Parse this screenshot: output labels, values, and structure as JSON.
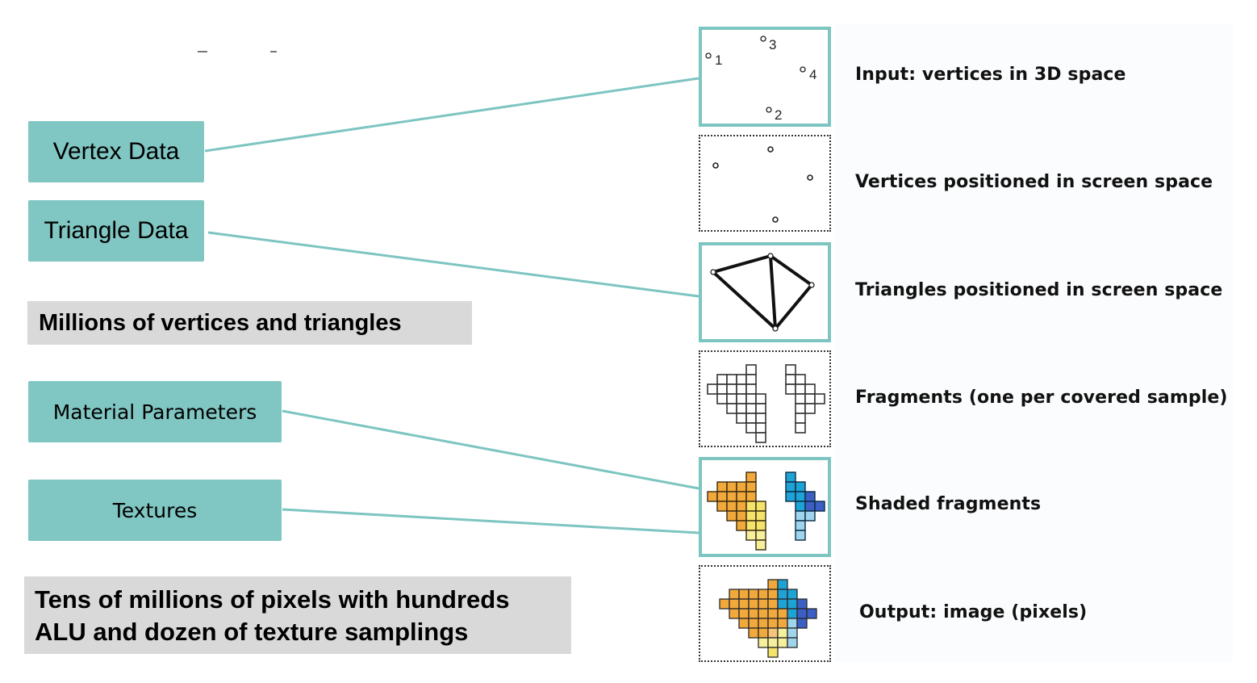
{
  "inputs": {
    "vertex_data": "Vertex Data",
    "triangle_data": "Triangle Data",
    "material_parameters": "Material Parameters",
    "textures": "Textures"
  },
  "notes": {
    "vertices_triangles": "Millions of vertices and triangles",
    "pixels_line1": "Tens of millions of pixels with hundreds",
    "pixels_line2": "ALU and dozen of texture samplings"
  },
  "stages": [
    {
      "label": "Input: vertices in 3D space",
      "frame": "solid"
    },
    {
      "label": "Vertices positioned in screen space",
      "frame": "dotted"
    },
    {
      "label": "Triangles positioned in screen space",
      "frame": "solid"
    },
    {
      "label": "Fragments (one per covered sample)",
      "frame": "dotted"
    },
    {
      "label": "Shaded fragments",
      "frame": "solid"
    },
    {
      "label": "Output: image (pixels)",
      "frame": "dotted"
    }
  ],
  "vertex_labels": [
    "1",
    "2",
    "3",
    "4"
  ],
  "colors": {
    "teal": "#80c6c2",
    "teal_line": "#7dc5c1",
    "note_gray": "#d9d9d9",
    "orange": "#f2a93b",
    "yellow": "#f5e46a",
    "light_yellow": "#f6ef9c",
    "cyan": "#1ea3d6",
    "blue": "#3b5fc4",
    "light_blue": "#9fd6ee"
  }
}
